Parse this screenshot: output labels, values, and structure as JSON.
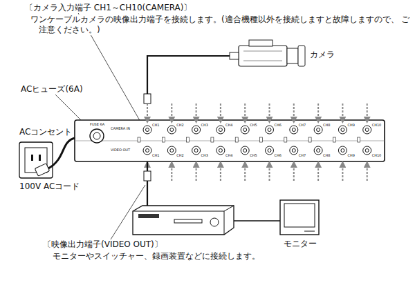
{
  "diagram": {
    "labels": [
      "〔カメラ入力端子 CH1～CH10(CAMERA)〕",
      "ワンケーブルカメラの映像出力端子を接続します。(適合機種以外を接続しますと故障しますので、 ご注意ください。)",
      "カメラ",
      "ACヒューズ(6A)",
      "ACコンセント",
      "100V ACコード",
      "〔映像出力端子(VIDEO OUT)〕",
      "モニターやスイッチャー、録画装置などに接続します。",
      "モニター",
      "CAMERA IN",
      "VIDEO OUT",
      "FUSE 6A",
      "CH1",
      "CH2",
      "CH3",
      "CH4",
      "CH5",
      "CH6",
      "CH7",
      "CH8",
      "CH9",
      "CH10",
      "CH1",
      "CH2",
      "CH3",
      "CH4",
      "CH5",
      "CH6",
      "CH7",
      "CH8",
      "CH9",
      "CH10"
    ]
  }
}
